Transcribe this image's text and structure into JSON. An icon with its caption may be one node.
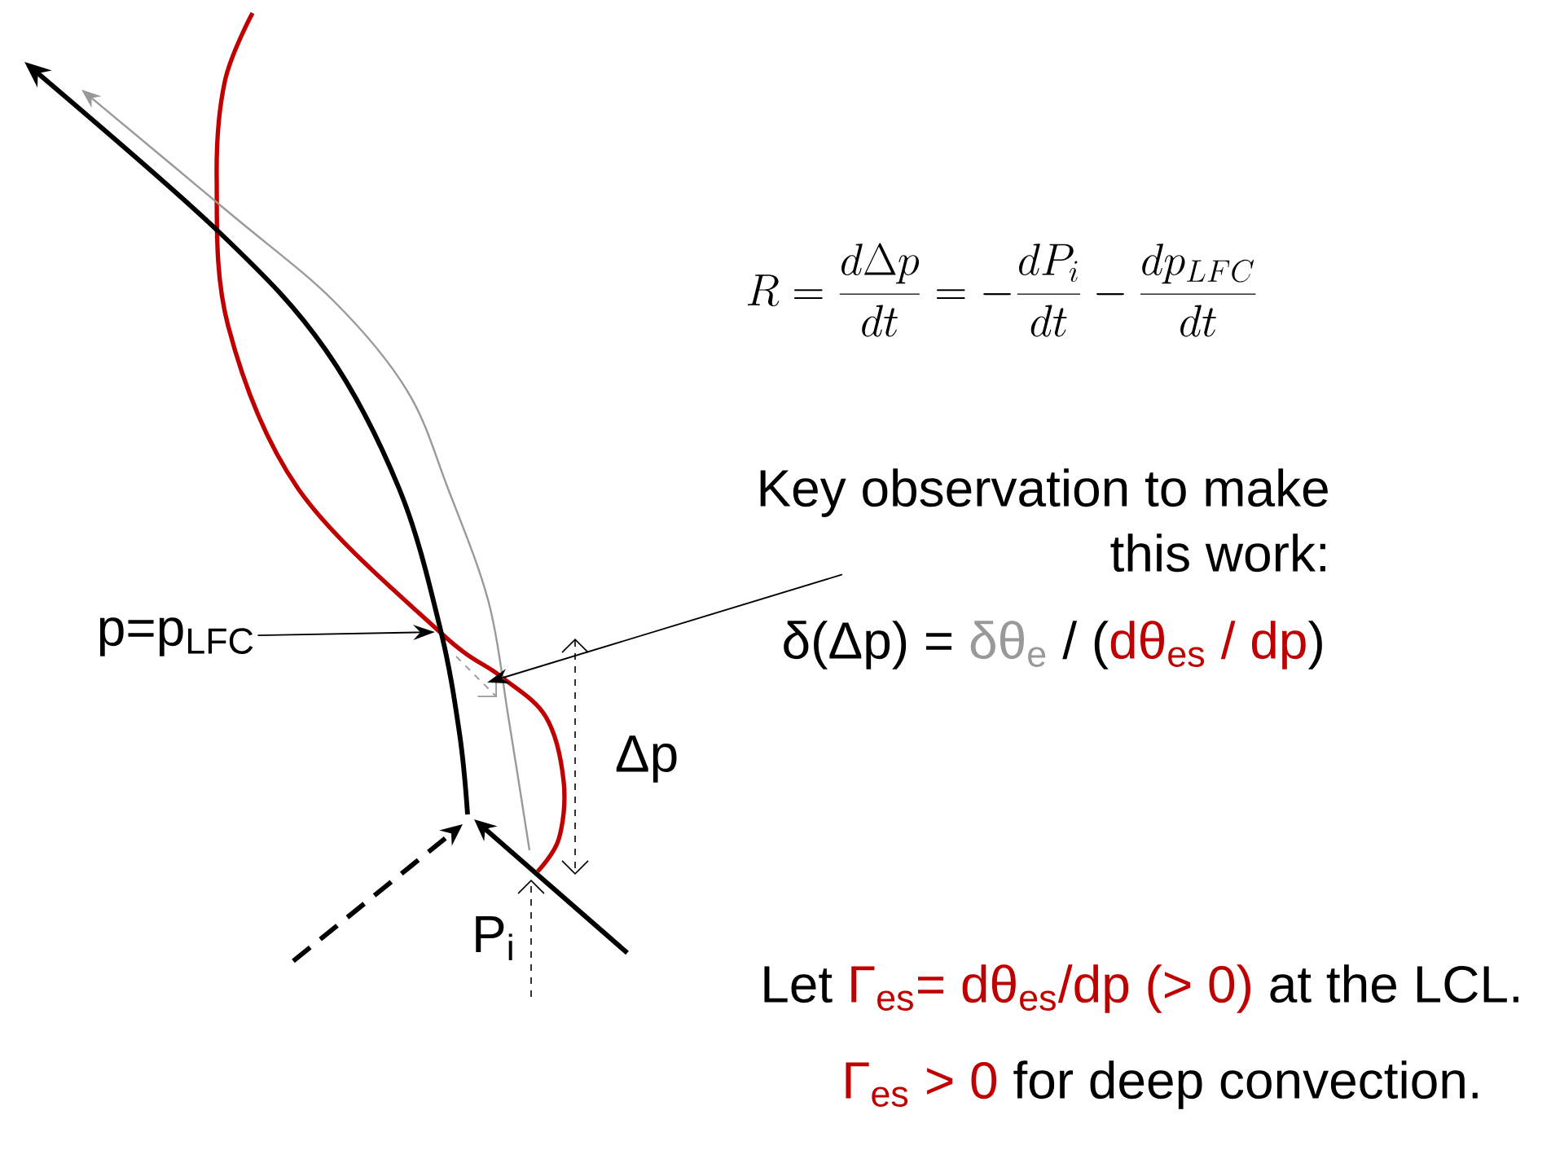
{
  "diagram": {
    "nodes": [
      {
        "text": [
          "p=p$_{LFC}$"
        ]
      },
      {
        "text": [
          "Key observation to make this work:"
        ]
      }
    ],
    "edges": [
      {
        "from": 0,
        "to": null,
        "arrow": "to"
      },
      {
        "from": 1,
        "to": null,
        "arrow": "to"
      }
    ],
    "labels": [
      "R = \\frac{d\\Delta p}{dt} = -\\frac{dP_i}{dt} - \\frac{dp_{LFC}}{dt}",
      "δ(Δp) =",
      "δθ$_{e}$",
      "/",
      "(",
      "dθ$_{es}$ / dp",
      ")",
      "Δp",
      "P$_{i}$",
      "Let",
      "Γ$_{es}$= dθ$_{es}$/dp (> 0)",
      "at the LCL.",
      "Γ$_{es}$ > 0",
      "for deep convection."
    ]
  }
}
